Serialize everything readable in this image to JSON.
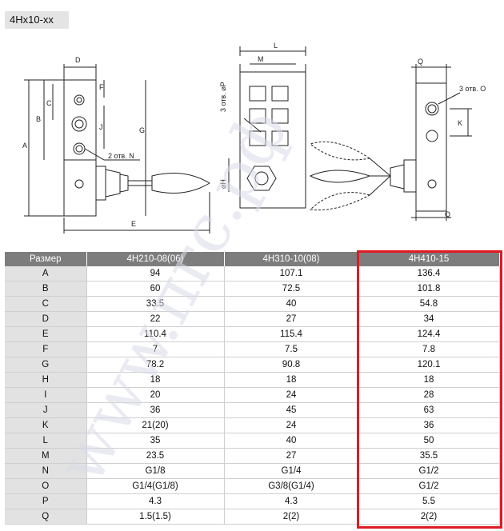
{
  "title": "4Hx10-xx",
  "drawing": {
    "labels": {
      "A": "A",
      "B": "B",
      "C": "C",
      "D": "D",
      "E": "E",
      "F": "F",
      "G": "G",
      "J": "J",
      "K": "K",
      "L": "L",
      "M": "M",
      "Q_top": "Q",
      "Q_bottom": "Q",
      "holes_n": "2 отв. N",
      "holes_p": "3 отв. ⌀P",
      "holes_o": "3 отв. O",
      "dia_h": "⌀H"
    }
  },
  "table": {
    "headers": [
      "Размер",
      "4H210-08(06)",
      "4H310-10(08)",
      "4H410-15"
    ],
    "rows": [
      [
        "A",
        "94",
        "107.1",
        "136.4"
      ],
      [
        "B",
        "60",
        "72.5",
        "101.8"
      ],
      [
        "C",
        "33.5",
        "40",
        "54.8"
      ],
      [
        "D",
        "22",
        "27",
        "34"
      ],
      [
        "E",
        "110.4",
        "115.4",
        "124.4"
      ],
      [
        "F",
        "7",
        "7.5",
        "7.8"
      ],
      [
        "G",
        "78.2",
        "90.8",
        "120.1"
      ],
      [
        "H",
        "18",
        "18",
        "18"
      ],
      [
        "I",
        "20",
        "24",
        "28"
      ],
      [
        "J",
        "36",
        "45",
        "63"
      ],
      [
        "K",
        "21(20)",
        "24",
        "36"
      ],
      [
        "L",
        "35",
        "40",
        "50"
      ],
      [
        "M",
        "23.5",
        "27",
        "35.5"
      ],
      [
        "N",
        "G1/8",
        "G1/4",
        "G1/2"
      ],
      [
        "O",
        "G1/4(G1/8)",
        "G3/8(G1/4)",
        "G1/2"
      ],
      [
        "P",
        "4.3",
        "4.3",
        "5.5"
      ],
      [
        "Q",
        "1.5(1.5)",
        "2(2)",
        "2(2)"
      ]
    ]
  },
  "watermark": "www.пгс.рф",
  "colors": {
    "header_bg": "#7d7d7d",
    "label_bg": "#e2e2e2",
    "highlight": "#e01a22",
    "watermark": "#d8dbe8"
  }
}
